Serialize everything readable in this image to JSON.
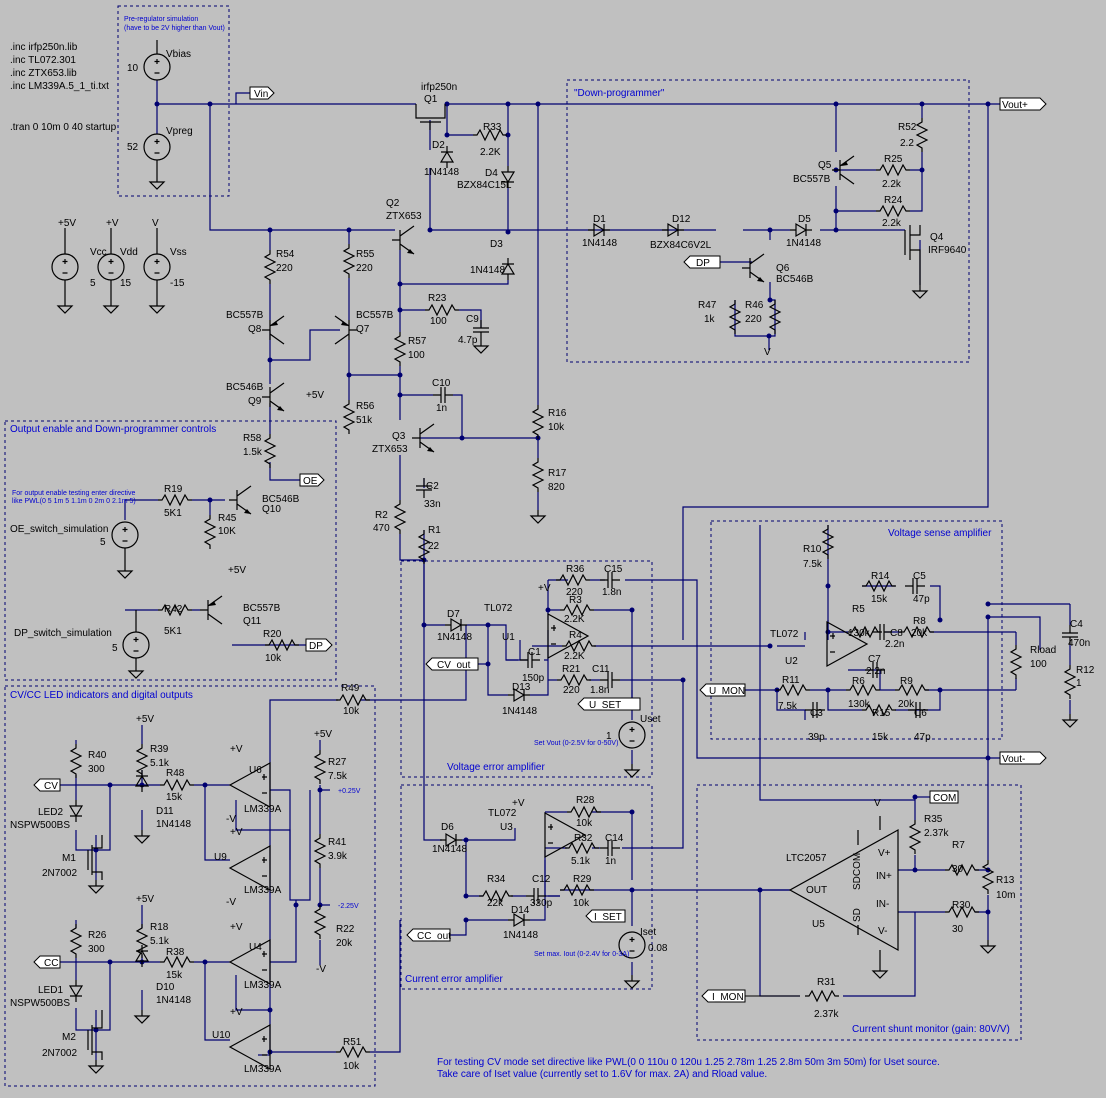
{
  "directives": [
    ".inc irfp250n.lib",
    ".inc TL072.301",
    ".inc ZTX653.lib",
    ".inc LM339A.5_1_ti.txt",
    ".tran 0 10m 0 40 startup"
  ],
  "boxes": {
    "preregulator": "Pre-regulator simulation",
    "preregulator_sub": "(have to be 2V higher than Vout)",
    "downprog": "\"Down-programmer\"",
    "output_enable": "Output enable and Down-programmer controls",
    "oe_note": "For output enable testing enter directive",
    "oe_note2": "like PWL(0 5 1m 5 1.1m 0 2m 0 2.1m 5)",
    "cvcc": "CV/CC LED indicators and digital outputs",
    "voltage_sense": "Voltage sense amplifier",
    "voltage_error": "Voltage error amplifier",
    "current_error": "Current error amplifier",
    "current_shunt": "Current shunt monitor (gain: 80V/V)",
    "set_vout": "Set Vout (0-2.5V for 0-50V)",
    "set_iout": "Set max. Iout (0-2.4V for 0-3A)",
    "vref1": "+0.25V",
    "vref2": "-2.25V"
  },
  "footer": [
    "For testing CV mode set directive like PWL(0 0 110u 0 120u 1.25 2.78m 1.25 2.8m 50m 3m 50m) for Uset source.",
    "Take care of Iset value (currently set to 1.6V for max. 2A) and Rload value."
  ],
  "nets": {
    "vin": "Vin",
    "vout_p": "Vout+",
    "vout_n": "Vout-",
    "oe": "OE",
    "dp": "DP",
    "cv_out": "CV_out",
    "cc_out": "CC_out",
    "u_set": "U_SET",
    "i_set": "I_SET",
    "u_mon": "U_MON",
    "i_mon": "I_MON",
    "com": "COM",
    "cv": "CV",
    "cc": "CC"
  },
  "labels": {
    "vbias": "Vbias",
    "vbias_v": "10",
    "vpreg": "Vpreg",
    "vpreg_v": "52",
    "vcc": "Vcc",
    "vcc_v": "5",
    "vdd": "Vdd",
    "vdd_v": "15",
    "vss": "Vss",
    "vss_v": "-15",
    "p5": "+5V",
    "pv": "+V",
    "nv": "V",
    "m": "-V",
    "q1": "Q1",
    "q1m": "irfp250n",
    "r33": "R33",
    "r33v": "2.2K",
    "d2": "D2",
    "d2v": "1N4148",
    "d4": "D4",
    "d4v": "BZX84C15L",
    "q2": "Q2",
    "q2m": "ZTX653",
    "d3": "D3",
    "d3v": "1N4148",
    "r54": "R54",
    "r54v": "220",
    "r55": "R55",
    "r55v": "220",
    "q8": "Q8",
    "q8m": "BC557B",
    "q7": "Q7",
    "q7m": "BC557B",
    "q9": "Q9",
    "q9m": "BC546B",
    "r23": "R23",
    "r23v": "100",
    "c9": "C9",
    "c9v": "4.7p",
    "r57": "R57",
    "r57v": "100",
    "r56": "R56",
    "r56v": "51k",
    "c10": "C10",
    "c10v": "1n",
    "r16": "R16",
    "r16v": "10k",
    "r17": "R17",
    "r17v": "820",
    "q3": "Q3",
    "q3m": "ZTX653",
    "c2": "C2",
    "c2v": "33n",
    "r2": "R2",
    "r2v": "470",
    "r1": "R1",
    "r1v": "22",
    "r58": "R58",
    "r58v": "1.5k",
    "r19": "R19",
    "r19v": "5K1",
    "r45": "R45",
    "r45v": "10K",
    "q10": "Q10",
    "q10m": "BC546B",
    "oesw": "OE_switch_simulation",
    "oesw_v": "5",
    "r42": "R42",
    "r42v": "5K1",
    "q11": "Q11",
    "q11m": "BC557B",
    "r20": "R20",
    "r20v": "10k",
    "dpsw": "DP_switch_simulation",
    "dpsw_v": "5",
    "d1": "D1",
    "d1v": "1N4148",
    "d12": "D12",
    "d12v": "BZX84C6V2L",
    "d5": "D5",
    "d5v": "1N4148",
    "q5": "Q5",
    "q5m": "BC557B",
    "r52": "R52",
    "r52v": "2.2",
    "r25": "R25",
    "r25v": "2.2k",
    "r24": "R24",
    "r24v": "2.2k",
    "q4": "Q4",
    "q4m": "IRF9640",
    "q6": "Q6",
    "q6m": "BC546B",
    "r47": "R47",
    "r47v": "1k",
    "r46": "R46",
    "r46v": "220",
    "d7": "D7",
    "d7v": "1N4148",
    "u1": "U1",
    "u1m": "TL072",
    "r36": "R36",
    "r36v": "220",
    "c15": "C15",
    "c15v": "1.8n",
    "r3": "R3",
    "r3v": "2.2K",
    "r4": "R4",
    "r4v": "2.2K",
    "c1": "C1",
    "c1v": "150p",
    "r21": "R21",
    "r21v": "220",
    "c11": "C11",
    "c11v": "1.8n",
    "d13": "D13",
    "d13v": "1N4148",
    "uset": "Uset",
    "uset_v": "1",
    "r10": "R10",
    "r10v": "7.5k",
    "r14": "R14",
    "r14v": "15k",
    "c5": "C5",
    "c5v": "47p",
    "r5": "R5",
    "r5v": "130k",
    "c8": "C8",
    "c8v": "2.2n",
    "r8": "R8",
    "r8v": "20k",
    "u2": "U2",
    "u2m": "TL072",
    "c7": "C7",
    "c7v": "2.2n",
    "r11": "R11",
    "r11v": "7.5k",
    "r6": "R6",
    "r6v": "130k",
    "r9": "R9",
    "r9v": "20k",
    "c3": "C3",
    "c3v": "39p",
    "r15": "R15",
    "r15v": "15k",
    "c6": "C6",
    "c6v": "47p",
    "rload": "Rload",
    "rload_v": "100",
    "c4": "C4",
    "c4v": "470n",
    "r12": "R12",
    "r12v": "1",
    "r49": "R49",
    "r49v": "10k",
    "r40": "R40",
    "r40v": "300",
    "r39": "R39",
    "r39v": "5.1k",
    "r48": "R48",
    "r48v": "15k",
    "d11": "D11",
    "d11v": "1N4148",
    "u6": "U6",
    "u6m": "LM339A",
    "u9": "U9",
    "u9m": "LM339A",
    "led2": "LED2",
    "led2m": "NSPW500BS",
    "m1": "M1",
    "m1m": "2N7002",
    "r27": "R27",
    "r27v": "7.5k",
    "r41": "R41",
    "r41v": "3.9k",
    "r22": "R22",
    "r22v": "20k",
    "r26": "R26",
    "r26v": "300",
    "r18": "R18",
    "r18v": "5.1k",
    "r38": "R38",
    "r38v": "15k",
    "d10": "D10",
    "d10v": "1N4148",
    "u4": "U4",
    "u4m": "LM339A",
    "u10": "U10",
    "u10m": "LM339A",
    "led1": "LED1",
    "led1m": "NSPW500BS",
    "m2": "M2",
    "m2m": "2N7002",
    "r51": "R51",
    "r51v": "10k",
    "d6": "D6",
    "d6v": "1N4148",
    "u3": "U3",
    "u3m": "TL072",
    "r28": "R28",
    "r28v": "10k",
    "r32": "R32",
    "r32v": "5.1k",
    "c14": "C14",
    "c14v": "1n",
    "r34": "R34",
    "r34v": "22k",
    "c12": "C12",
    "c12v": "330p",
    "r29": "R29",
    "r29v": "10k",
    "d14": "D14",
    "d14v": "1N4148",
    "iset": "Iset",
    "iset_v": "0.08",
    "r35": "R35",
    "r35v": "2.37k",
    "r7": "R7",
    "r7v": "30",
    "r30": "R30",
    "r30v": "30",
    "r13": "R13",
    "r13v": "10m",
    "r31": "R31",
    "r31v": "2.37k",
    "u5": "U5",
    "u5m": "LTC2057",
    "out": "OUT",
    "inp": "IN+",
    "inm": "IN-",
    "sdcom": "SDCOM",
    "sd": "SD",
    "vp": "V+",
    "vm": "V-"
  }
}
